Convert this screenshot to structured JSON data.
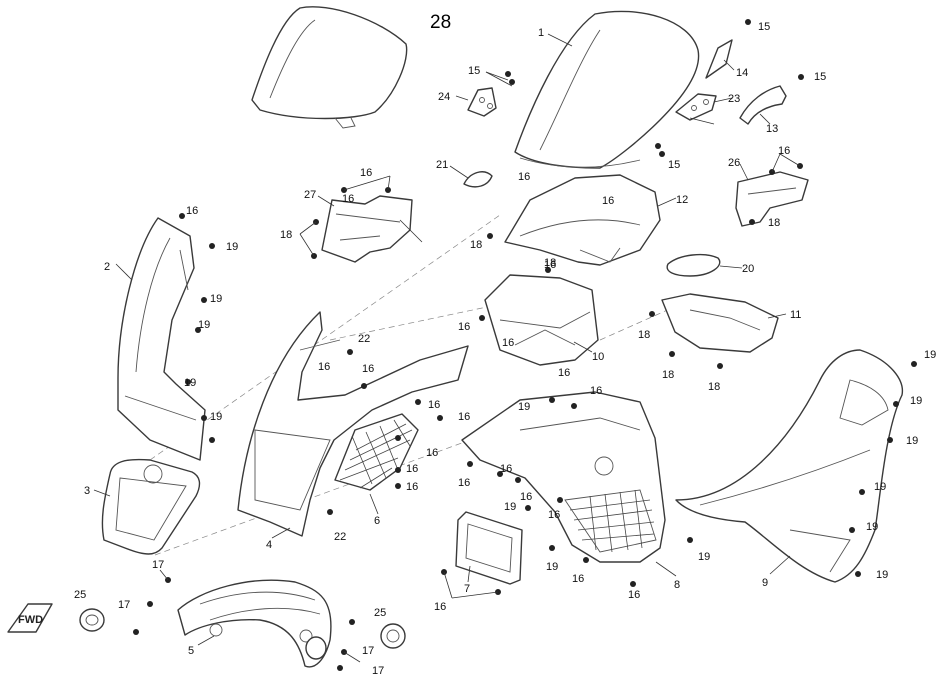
{
  "diagram": {
    "title_number": "28",
    "direction_badge": "FWD",
    "labels": [
      {
        "id": "l1",
        "text": "1"
      },
      {
        "id": "l2",
        "text": "2"
      },
      {
        "id": "l3",
        "text": "3"
      },
      {
        "id": "l4",
        "text": "4"
      },
      {
        "id": "l5",
        "text": "5"
      },
      {
        "id": "l6",
        "text": "6"
      },
      {
        "id": "l7",
        "text": "7"
      },
      {
        "id": "l8",
        "text": "8"
      },
      {
        "id": "l9",
        "text": "9"
      },
      {
        "id": "l10",
        "text": "10"
      },
      {
        "id": "l11",
        "text": "11"
      },
      {
        "id": "l12",
        "text": "12"
      },
      {
        "id": "l13",
        "text": "13"
      },
      {
        "id": "l14",
        "text": "14"
      },
      {
        "id": "l15a",
        "text": "15"
      },
      {
        "id": "l15b",
        "text": "15"
      },
      {
        "id": "l15c",
        "text": "15"
      },
      {
        "id": "l15d",
        "text": "15"
      },
      {
        "id": "l16a",
        "text": "16"
      },
      {
        "id": "l16b",
        "text": "16"
      },
      {
        "id": "l16c",
        "text": "16"
      },
      {
        "id": "l16d",
        "text": "16"
      },
      {
        "id": "l16e",
        "text": "16"
      },
      {
        "id": "l16f",
        "text": "16"
      },
      {
        "id": "l16g",
        "text": "16"
      },
      {
        "id": "l16h",
        "text": "16"
      },
      {
        "id": "l16i",
        "text": "16"
      },
      {
        "id": "l16j",
        "text": "16"
      },
      {
        "id": "l16k",
        "text": "16"
      },
      {
        "id": "l16l",
        "text": "16"
      },
      {
        "id": "l16m",
        "text": "16"
      },
      {
        "id": "l16n",
        "text": "16"
      },
      {
        "id": "l16o",
        "text": "16"
      },
      {
        "id": "l16p",
        "text": "16"
      },
      {
        "id": "l16q",
        "text": "16"
      },
      {
        "id": "l16r",
        "text": "16"
      },
      {
        "id": "l16s",
        "text": "16"
      },
      {
        "id": "l16t",
        "text": "16"
      },
      {
        "id": "l16u",
        "text": "16"
      },
      {
        "id": "l16v",
        "text": "16"
      },
      {
        "id": "l16w",
        "text": "16"
      },
      {
        "id": "l16x",
        "text": "16"
      },
      {
        "id": "l16y",
        "text": "16"
      },
      {
        "id": "l17a",
        "text": "17"
      },
      {
        "id": "l17b",
        "text": "17"
      },
      {
        "id": "l17c",
        "text": "17"
      },
      {
        "id": "l17d",
        "text": "17"
      },
      {
        "id": "l18a",
        "text": "18"
      },
      {
        "id": "l18b",
        "text": "18"
      },
      {
        "id": "l18c",
        "text": "18"
      },
      {
        "id": "l18d",
        "text": "18"
      },
      {
        "id": "l18e",
        "text": "18"
      },
      {
        "id": "l18f",
        "text": "18"
      },
      {
        "id": "l18g",
        "text": "18"
      },
      {
        "id": "l19a",
        "text": "19"
      },
      {
        "id": "l19b",
        "text": "19"
      },
      {
        "id": "l19c",
        "text": "19"
      },
      {
        "id": "l19d",
        "text": "19"
      },
      {
        "id": "l19e",
        "text": "19"
      },
      {
        "id": "l19f",
        "text": "19"
      },
      {
        "id": "l19g",
        "text": "19"
      },
      {
        "id": "l19h",
        "text": "19"
      },
      {
        "id": "l19i",
        "text": "19"
      },
      {
        "id": "l19j",
        "text": "19"
      },
      {
        "id": "l19k",
        "text": "19"
      },
      {
        "id": "l19l",
        "text": "19"
      },
      {
        "id": "l19m",
        "text": "19"
      },
      {
        "id": "l19n",
        "text": "19"
      },
      {
        "id": "l19o",
        "text": "19"
      },
      {
        "id": "l20",
        "text": "20"
      },
      {
        "id": "l21",
        "text": "21"
      },
      {
        "id": "l22a",
        "text": "22"
      },
      {
        "id": "l22b",
        "text": "22"
      },
      {
        "id": "l23",
        "text": "23"
      },
      {
        "id": "l24",
        "text": "24"
      },
      {
        "id": "l25a",
        "text": "25"
      },
      {
        "id": "l25b",
        "text": "25"
      },
      {
        "id": "l26",
        "text": "26"
      },
      {
        "id": "l27",
        "text": "27"
      }
    ]
  }
}
